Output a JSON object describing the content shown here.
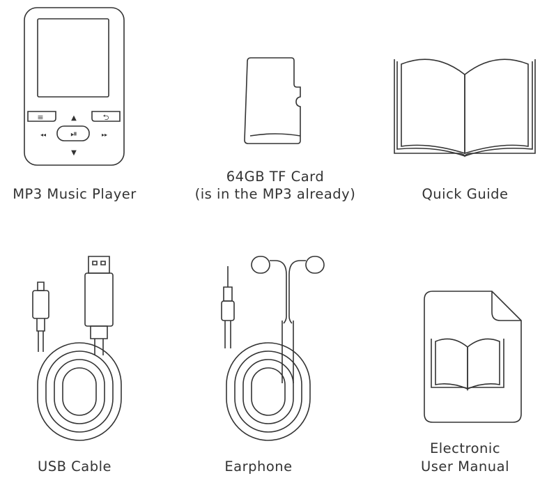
{
  "items": [
    {
      "icon": "mp3-player-icon",
      "label": "MP3 Music Player"
    },
    {
      "icon": "tf-card-icon",
      "label_line1": "64GB TF Card",
      "label_line2": "(is in the MP3 already)"
    },
    {
      "icon": "open-book-icon",
      "label": "Quick Guide"
    },
    {
      "icon": "usb-cable-icon",
      "label": "USB Cable"
    },
    {
      "icon": "earphone-icon",
      "label": "Earphone"
    },
    {
      "icon": "electronic-manual-icon",
      "label_line1": "Electronic",
      "label_line2": "User Manual"
    }
  ],
  "player_buttons": {
    "menu": "≡",
    "back": "⮌",
    "play_pause": "⏯",
    "up": "▲",
    "down": "▼",
    "prev": "◂◂",
    "next": "▸▸"
  },
  "colors": {
    "stroke": "#333333",
    "text": "#333333",
    "background": "#ffffff"
  }
}
